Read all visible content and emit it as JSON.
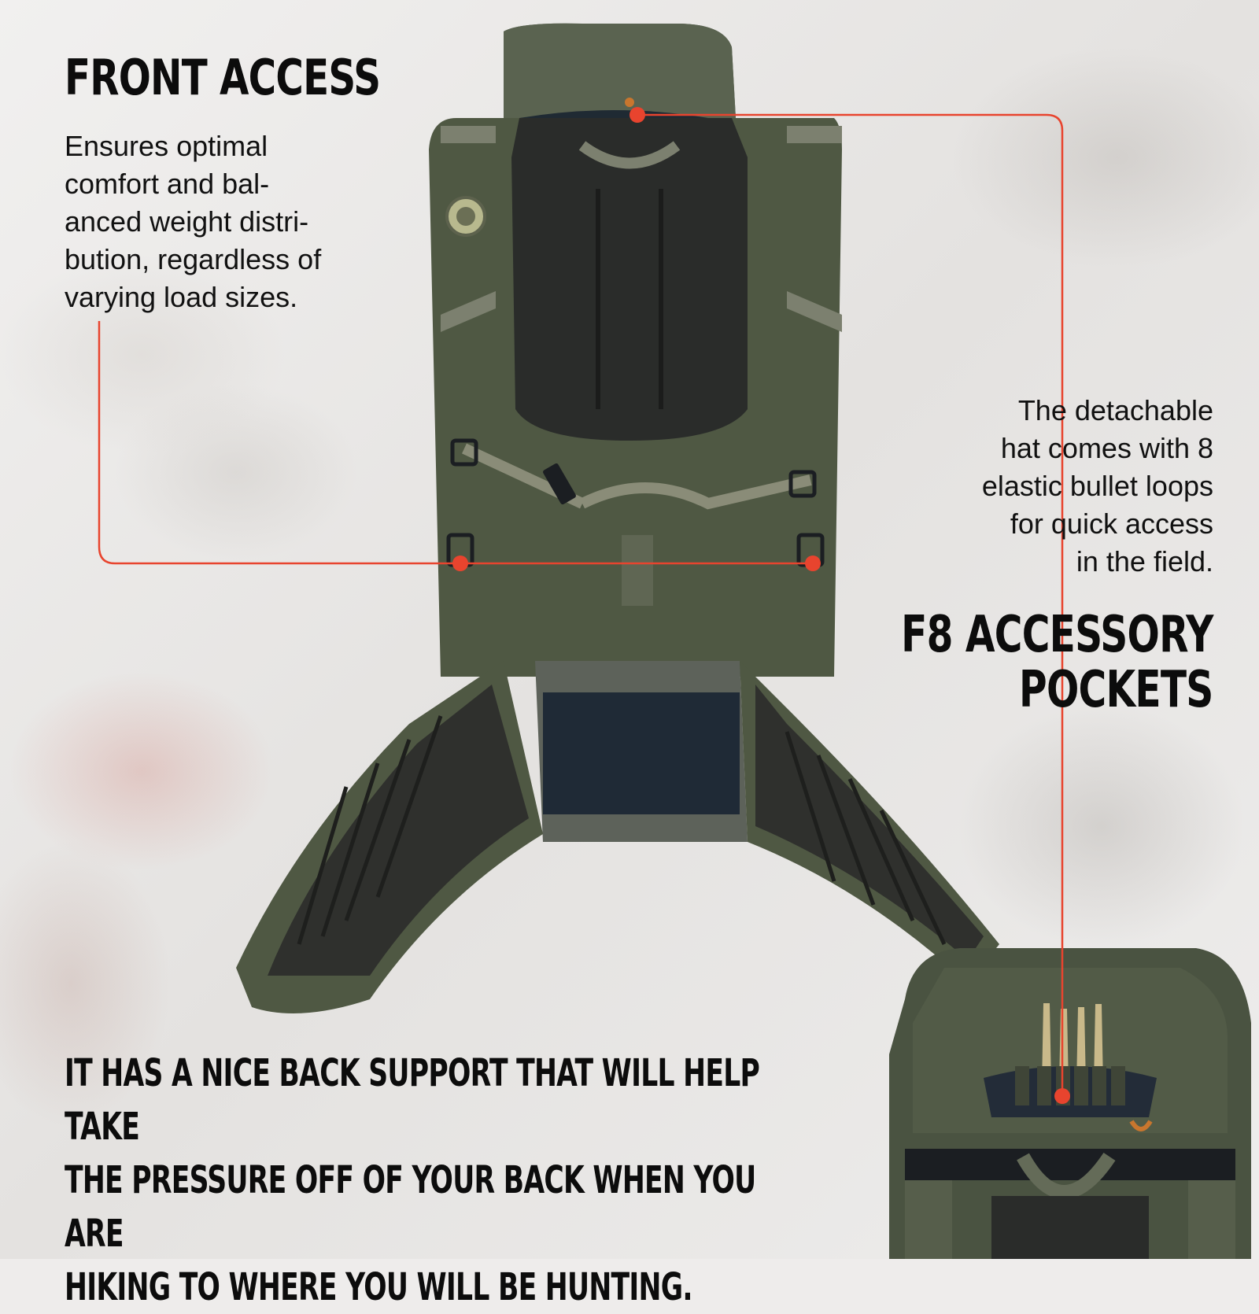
{
  "front_access": {
    "heading": "FRONT ACCESS",
    "description": "Ensures optimal\ncomfort and bal-\nanced weight distri-\nbution, regardless of\nvarying load sizes."
  },
  "detachable_hat": {
    "description": "The detachable\nhat comes with 8\nelastic bullet loops\nfor quick access\nin the field."
  },
  "f8_pockets": {
    "heading": "F8 ACCESSORY\nPOCKETS"
  },
  "back_support": {
    "text": "IT HAS A NICE BACK SUPPORT THAT WILL HELP TAKE\nTHE PRESSURE OFF OF YOUR BACK WHEN YOU ARE\nHIKING TO WHERE YOU WILL BE HUNTING."
  },
  "colors": {
    "callout_line": "#e8442e",
    "pack_green": "#4b5440",
    "mesh_dark": "#2c2e2c",
    "heading_text": "#0c0c0c"
  },
  "product_images": {
    "main": "backpack-rear-view-with-hip-belt",
    "inset": "hat-pocket-with-bullet-loops"
  }
}
